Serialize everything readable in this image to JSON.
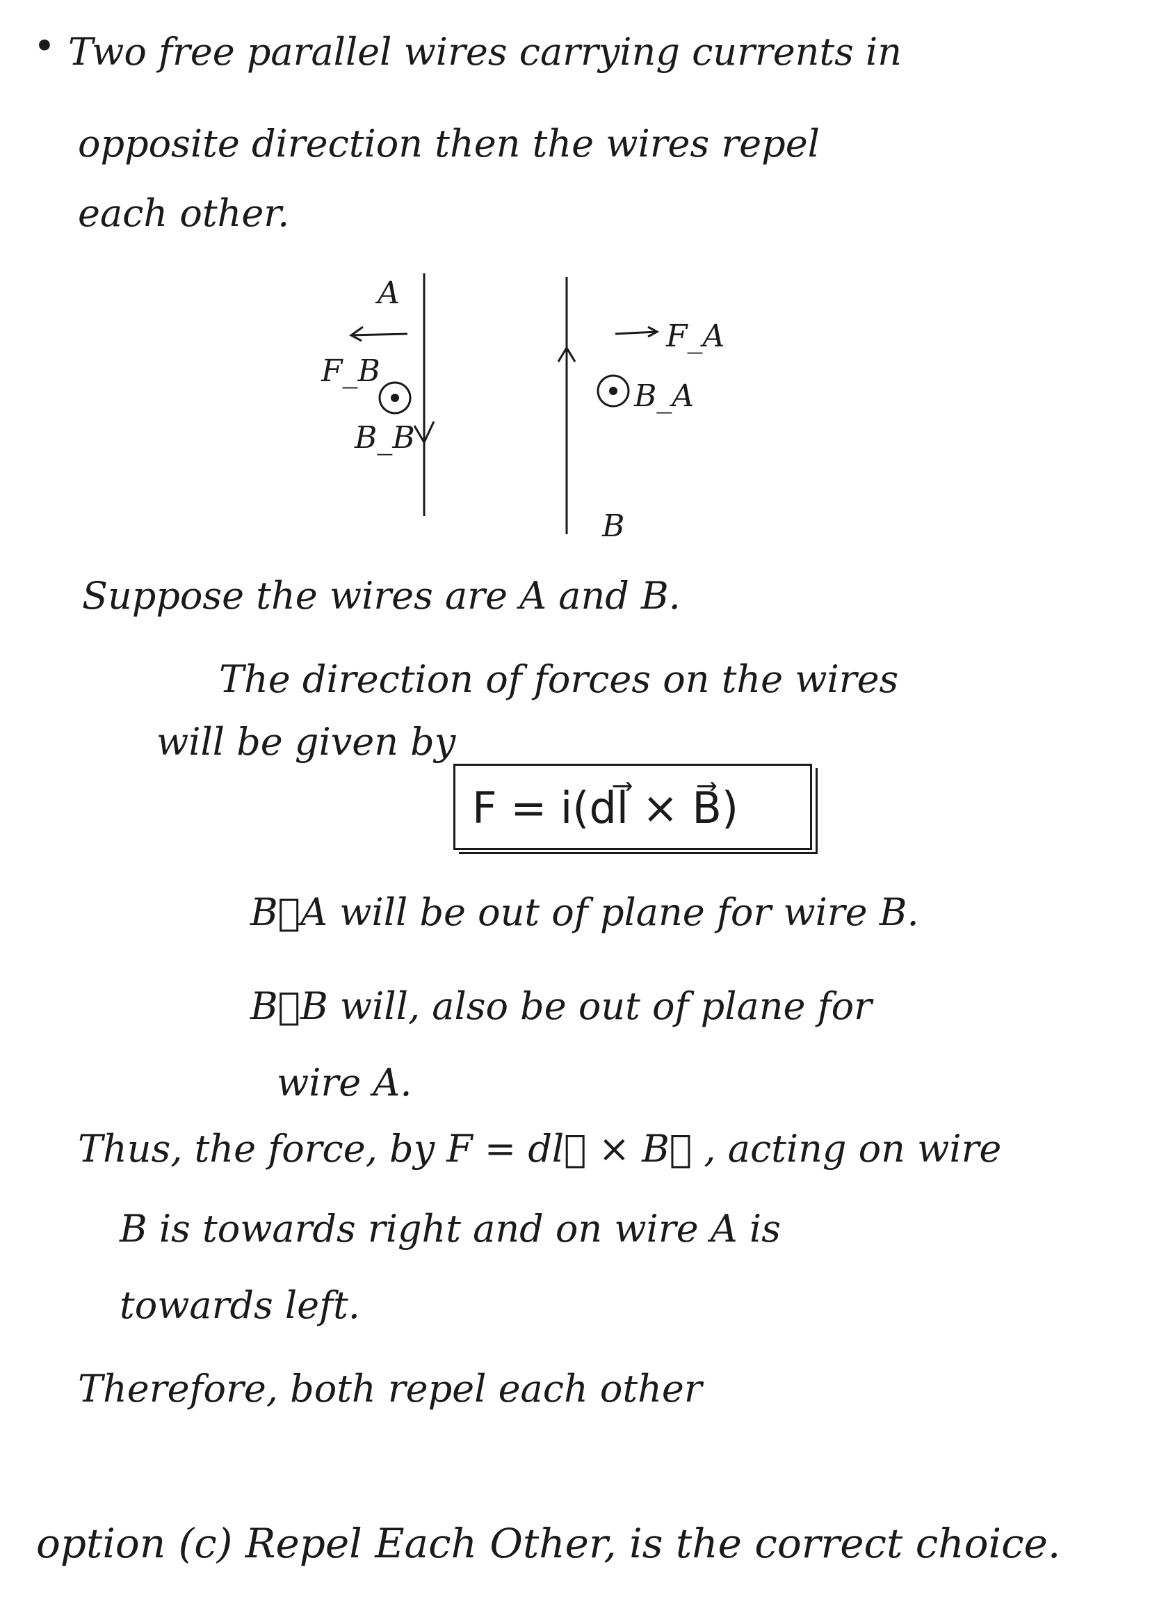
{
  "document": {
    "intro": {
      "bullet": "•",
      "lines": [
        "Two free parallel wires carrying currents in",
        "opposite direction then the wires repel",
        "each other."
      ]
    },
    "diagram": {
      "wire_a_label": "A",
      "wire_b_label": "B",
      "force_b_label": "F_B",
      "field_b_label": "B_B",
      "force_a_label": "F_A",
      "field_a_label": "B_A"
    },
    "body": {
      "line1": "Suppose the wires are A and B.",
      "line2": "The direction of forces on the wires",
      "line3": "will be given by",
      "formula": "F = i(dl⃗ × B⃗)",
      "line4": "B⃗A will be out of plane for wire B.",
      "line5": "B⃗B will, also be out of plane for",
      "line6": "wire A.",
      "line7": "Thus, the force, by F = dl⃗ × B⃗ , acting on wire",
      "line8": "B is towards right and on wire A is",
      "line9": "towards left.",
      "line10": "Therefore, both repel each other",
      "conclusion": "option (c) Repel Each Other, is the correct choice."
    }
  }
}
